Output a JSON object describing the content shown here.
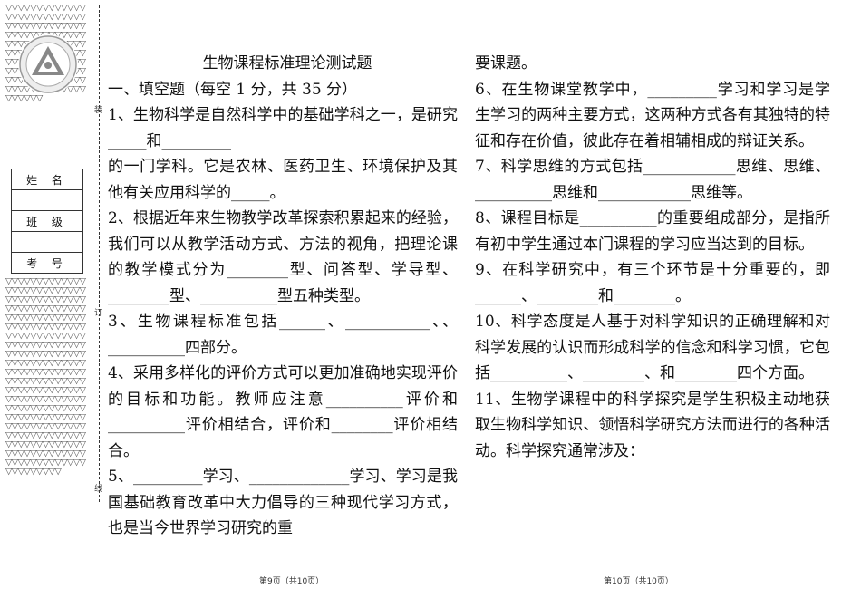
{
  "binding_margin": {
    "fields": [
      "姓 名",
      "班 级",
      "考 号"
    ],
    "cut_labels": [
      "装",
      "订",
      "线"
    ]
  },
  "exam": {
    "title": "生物课程标准理论测试题",
    "section_heading": "一、填空题（每空 1 分，共 35 分）",
    "left_column": [
      "1、生物科学是自然科学中的基础学科之一，是研究_____和_________",
      "的一门学科。它是农林、医药卫生、环境保护及其他有关应用科学的_____。",
      "2、根据近年来生物教学改革探索积累起来的经验，我们可以从教学活动方式、方法的视角，把理论课的教学模式分为________型、问答型、学导型、________型、__________型五种类型。",
      "3、生物课程标准包括______、___________、、__________四部分。",
      "4、采用多样化的评价方式可以更加准确地实现评价的目标和功能。教师应注意__________评价和__________评价相结合，评价和________评价相结合。",
      "5、_________学习、_____________学习、学习是我国基础教育改革中大力倡导的三种现代学习方式，也是当今世界学习研究的重"
    ],
    "right_column": [
      "要课题。",
      "6、在生物课堂教学中，_________学习和学习是学生学习的两种主要方式，这两种方式各有其独特的特征和存在价值，彼此存在着相辅相成的辩证关系。",
      "7、科学思维的方式包括____________思维、思维、__________思维和____________思维等。",
      "8、课程目标是__________的重要组成部分，是指所有初中学生通过本门课程的学习应当达到的目标。",
      "9、在科学研究中，有三个环节是十分重要的，即______、________和________。",
      "10、科学态度是人基于对科学知识的正确理解和对科学发展的认识而形成科学的信念和科学习惯，它包括__________、________、和________四个方面。",
      "11、生物学课程中的科学探究是学生积极主动地获取生物科学知识、领悟科学研究方法而进行的各种活动。科学探究通常涉及："
    ]
  },
  "footer": {
    "left_page": "第9页（共10页）",
    "right_page": "第10页（共10页）"
  }
}
